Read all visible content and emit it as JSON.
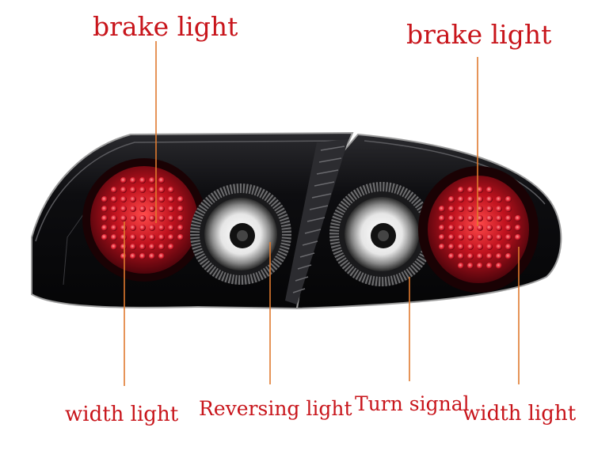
{
  "labels": {
    "brake_left": "brake light",
    "brake_right": "brake light",
    "width_left": "width light",
    "reversing": "Reversing light",
    "turn": "Turn signal",
    "width_right": "width light"
  },
  "colors": {
    "label_text": "#c8151b",
    "leader_line": "#e07a2e",
    "lamp_body": "#0c0c0e",
    "red_lens": "#b0101c",
    "chrome": "#d8d8d8"
  }
}
